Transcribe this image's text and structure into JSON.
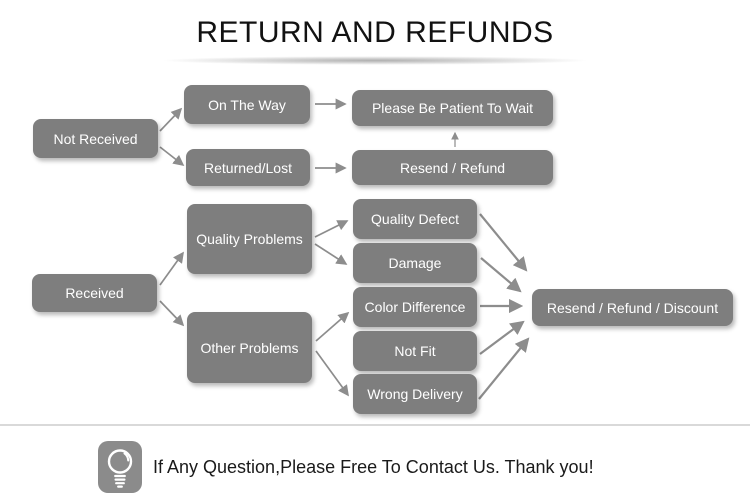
{
  "title": "RETURN AND REFUNDS",
  "flowchart": {
    "nodes": {
      "not_received": "Not Received",
      "on_the_way": "On The Way",
      "returned_lost": "Returned/Lost",
      "please_wait": "Please Be Patient To Wait",
      "resend_refund": "Resend / Refund",
      "received": "Received",
      "quality_problems": "Quality Problems",
      "other_problems": "Other Problems",
      "quality_defect": "Quality Defect",
      "damage": "Damage",
      "color_difference": "Color Difference",
      "not_fit": "Not Fit",
      "wrong_delivery": "Wrong Delivery",
      "resend_refund_discount": "Resend / Refund / Discount"
    },
    "edges": [
      {
        "from": "Not Received",
        "to": "On The Way"
      },
      {
        "from": "Not Received",
        "to": "Returned/Lost"
      },
      {
        "from": "On The Way",
        "to": "Please Be Patient To Wait"
      },
      {
        "from": "Returned/Lost",
        "to": "Resend / Refund"
      },
      {
        "from": "Resend / Refund",
        "to": "Please Be Patient To Wait"
      },
      {
        "from": "Received",
        "to": "Quality Problems"
      },
      {
        "from": "Received",
        "to": "Other Problems"
      },
      {
        "from": "Quality Problems",
        "to": "Quality Defect"
      },
      {
        "from": "Quality Problems",
        "to": "Damage"
      },
      {
        "from": "Other Problems",
        "to": "Color Difference"
      },
      {
        "from": "Other Problems",
        "to": "Wrong Delivery"
      },
      {
        "from": "Quality Defect",
        "to": "Resend / Refund / Discount"
      },
      {
        "from": "Damage",
        "to": "Resend / Refund / Discount"
      },
      {
        "from": "Color Difference",
        "to": "Resend / Refund / Discount"
      },
      {
        "from": "Not Fit",
        "to": "Resend / Refund / Discount"
      },
      {
        "from": "Wrong Delivery",
        "to": "Resend / Refund / Discount"
      }
    ]
  },
  "footer": {
    "icon": "lightbulb-icon",
    "message": "If Any Question,Please Free To Contact Us. Thank you!"
  },
  "colors": {
    "node_fill": "#7e7e7e",
    "node_text": "#ffffff",
    "arrow": "#8d8d8d",
    "title_text": "#121212",
    "footer_divider": "#d9d9d9",
    "badge_fill": "#8b8b8b"
  }
}
